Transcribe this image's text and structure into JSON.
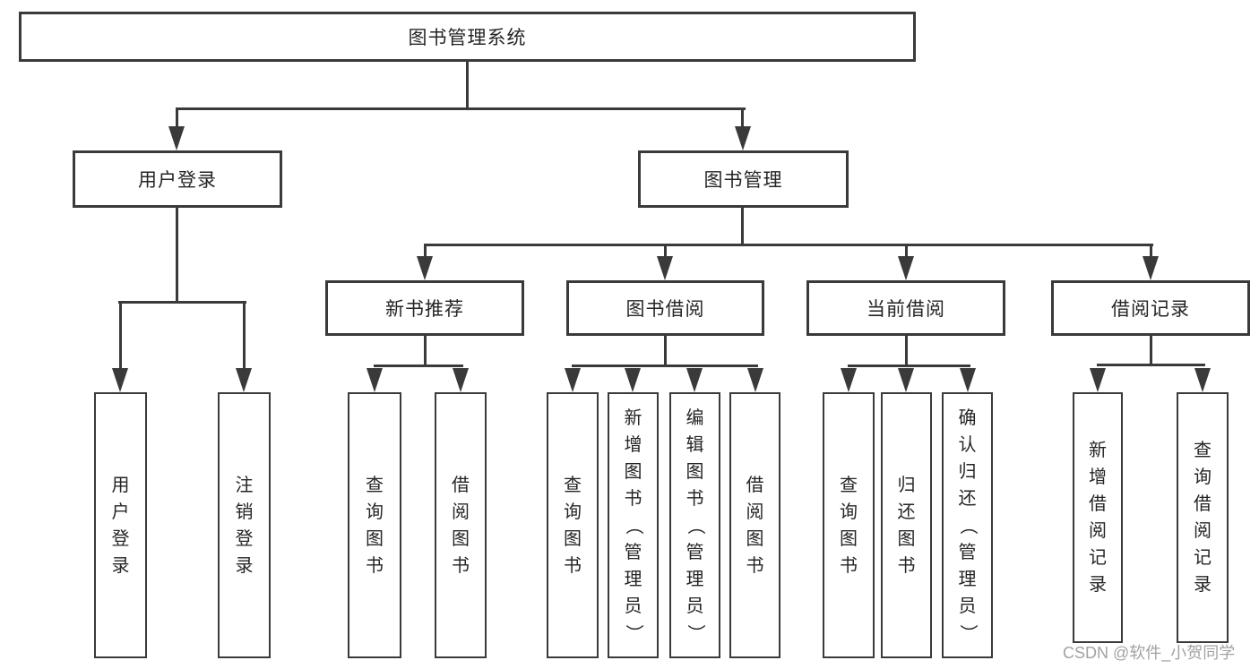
{
  "diagram": {
    "title": "图书管理系统",
    "root": {
      "label": "图书管理系统"
    },
    "l2": [
      {
        "label": "用户登录"
      },
      {
        "label": "图书管理"
      }
    ],
    "l3": [
      {
        "label": "新书推荐"
      },
      {
        "label": "图书借阅"
      },
      {
        "label": "当前借阅"
      },
      {
        "label": "借阅记录"
      }
    ],
    "l4": [
      {
        "label": "用户登录"
      },
      {
        "label": "注销登录"
      },
      {
        "label": "查询图书"
      },
      {
        "label": "借阅图书"
      },
      {
        "label": "查询图书"
      },
      {
        "label": "新增图书（管理员）"
      },
      {
        "label": "编辑图书（管理员）"
      },
      {
        "label": "借阅图书"
      },
      {
        "label": "查询图书"
      },
      {
        "label": "归还图书"
      },
      {
        "label": "确认归还（管理员）"
      },
      {
        "label": "新增借阅记录"
      },
      {
        "label": "查询借阅记录"
      }
    ]
  },
  "watermark": {
    "text": "CSDN @软件_小贺同学"
  },
  "colors": {
    "line": "#3a3a3a",
    "box_border": "#3a3a3a",
    "text": "#252525",
    "watermark": "#a2a2a2",
    "background": "#ffffff"
  }
}
